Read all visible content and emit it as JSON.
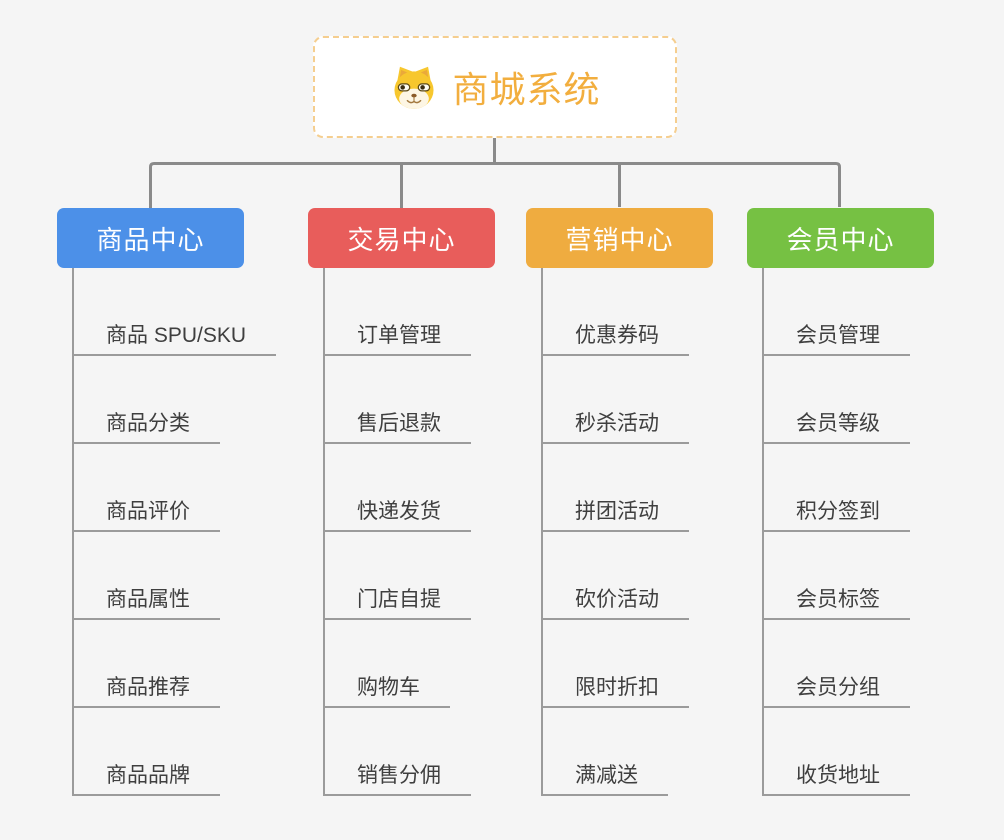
{
  "root": {
    "title": "商城系统",
    "icon": "doge-icon",
    "text_color": "#F2AE3E",
    "border_color": "#F5CE8F"
  },
  "branches": [
    {
      "id": "product-center",
      "label": "商品中心",
      "color": "#4C90E8",
      "children": [
        "商品 SPU/SKU",
        "商品分类",
        "商品评价",
        "商品属性",
        "商品推荐",
        "商品品牌"
      ]
    },
    {
      "id": "trade-center",
      "label": "交易中心",
      "color": "#E85D5B",
      "children": [
        "订单管理",
        "售后退款",
        "快递发货",
        "门店自提",
        "购物车",
        "销售分佣"
      ]
    },
    {
      "id": "marketing-center",
      "label": "营销中心",
      "color": "#EFAC40",
      "children": [
        "优惠券码",
        "秒杀活动",
        "拼团活动",
        "砍价活动",
        "限时折扣",
        "满减送"
      ]
    },
    {
      "id": "member-center",
      "label": "会员中心",
      "color": "#76C143",
      "children": [
        "会员管理",
        "会员等级",
        "积分签到",
        "会员标签",
        "会员分组",
        "收货地址"
      ]
    }
  ],
  "colors": {
    "background": "#F5F5F5",
    "connector_line": "#8A8A8A",
    "branch_line": "#9B9B9B",
    "item_text": "#3F3F3F"
  }
}
